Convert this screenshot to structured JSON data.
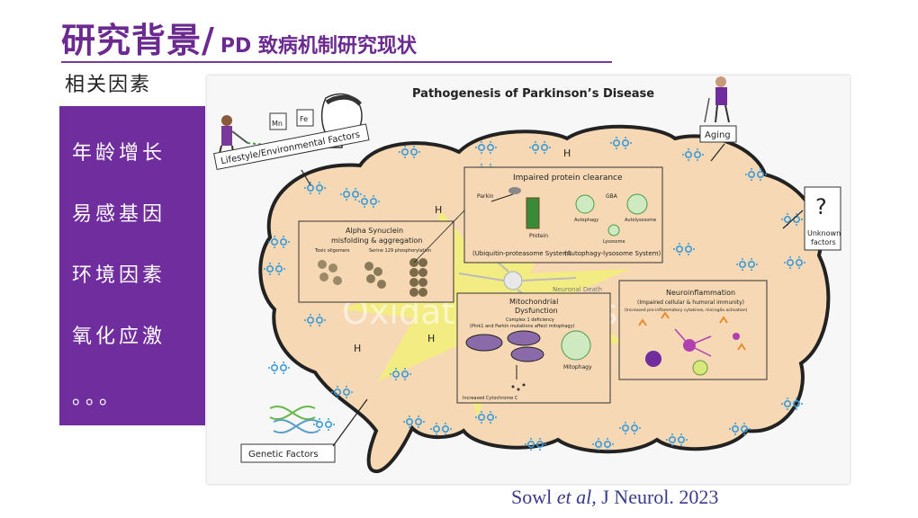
{
  "header": {
    "title_main": "研究背景/",
    "title_sub": "PD 致病机制研究现状",
    "section_label": "相关因素"
  },
  "factors": [
    "年龄增长",
    "易感基因",
    "环境因素",
    "氧化应激",
    "。。。"
  ],
  "figure": {
    "title": "Pathogenesis of Parkinson’s Disease",
    "labels": {
      "lifestyle": "Lifestyle/Environmental Factors",
      "aging": "Aging",
      "unknown_q": "?",
      "unknown_1": "Unknown",
      "unknown_2": "factors",
      "genetic": "Genetic Factors",
      "oxidative": "Oxidative stress",
      "neuronal_death": "Neuronal Death",
      "mn": "Mn",
      "fe": "Fe",
      "oh": "H"
    },
    "boxes": {
      "protein": {
        "title": "Impaired protein clearance",
        "parkin": "Parkin",
        "gba": "GBA",
        "protein": "Protein",
        "autophagy": "Autophagy",
        "autolysosome": "Autolysosome",
        "lysosome": "Lysosome",
        "ups": "(Ubiquitin-proteasome System)",
        "als": "(Autophagy-lysosome System)"
      },
      "synuclein": {
        "title1": "Alpha Synuclein",
        "title2": "misfolding & aggregation",
        "sub1": "Toxic oligomers",
        "sub2": "Serine 129 phosphorylation"
      },
      "mito": {
        "title1": "Mitochondrial",
        "title2": "Dysfunction",
        "sub1": "Complex 1 deficiency",
        "sub2": "(Pink1 and Parkin mutations affect mitophagy)",
        "mitophagy": "Mitophagy",
        "cytc": "Increased Cytochrome C"
      },
      "neuro": {
        "title1": "Neuroinflammation",
        "title2": "(Impaired cellular & humoral immunity)",
        "sub": "(Increased pro-inflammatory cytokines, microglia activation)"
      }
    }
  },
  "citation": {
    "author": "Sowl",
    "etal": "et al,",
    "journal": "J Neurol. 2023"
  },
  "colors": {
    "accent": "#6f2d9e",
    "brain_fill": "#f6d9b4",
    "brain_stroke": "#222222",
    "star": "#f2ee7a",
    "molecule": "#3a9ad9"
  }
}
